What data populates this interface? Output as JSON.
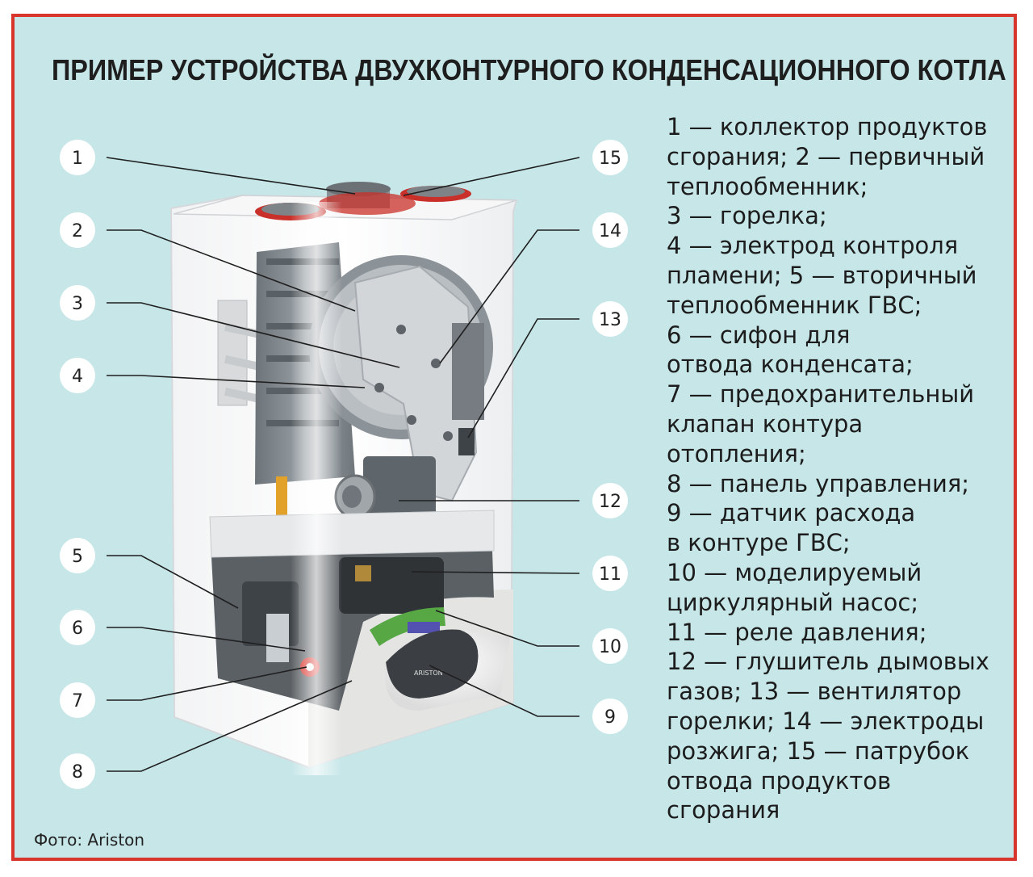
{
  "title": "ПРИМЕР УСТРОЙСТВА ДВУХКОНТУРНОГО КОНДЕНСАЦИОННОГО КОТЛА",
  "legend_lines": [
    "1 — коллектор продуктов",
    "сгорания; 2 — первичный",
    "теплообменник;",
    "3 — горелка;",
    "4 — электрод контроля",
    "пламени; 5 — вторичный",
    "теплообменник ГВС;",
    "6 — сифон для",
    "отвода конденсата;",
    "7 — предохранительный",
    "клапан контура",
    "отопления;",
    "8 — панель управления;",
    "9 — датчик расхода",
    "в контуре ГВС;",
    "10 — моделируемый",
    "циркулярный насос;",
    "11 — реле давления;",
    "12 — глушитель дымовых",
    "газов; 13 — вентилятор",
    "горелки; 14 — электроды",
    "розжига; 15 — патрубок",
    "отвода продуктов",
    "сгорания"
  ],
  "callouts": {
    "c1": "1",
    "c2": "2",
    "c3": "3",
    "c4": "4",
    "c5": "5",
    "c6": "6",
    "c7": "7",
    "c8": "8",
    "c9": "9",
    "c10": "10",
    "c11": "11",
    "c12": "12",
    "c13": "13",
    "c14": "14",
    "c15": "15"
  },
  "brand": "ARISTON",
  "credit": "Фото: Ariston",
  "colors": {
    "frame_border": "#d8352c",
    "background": "#c6e6e8"
  }
}
